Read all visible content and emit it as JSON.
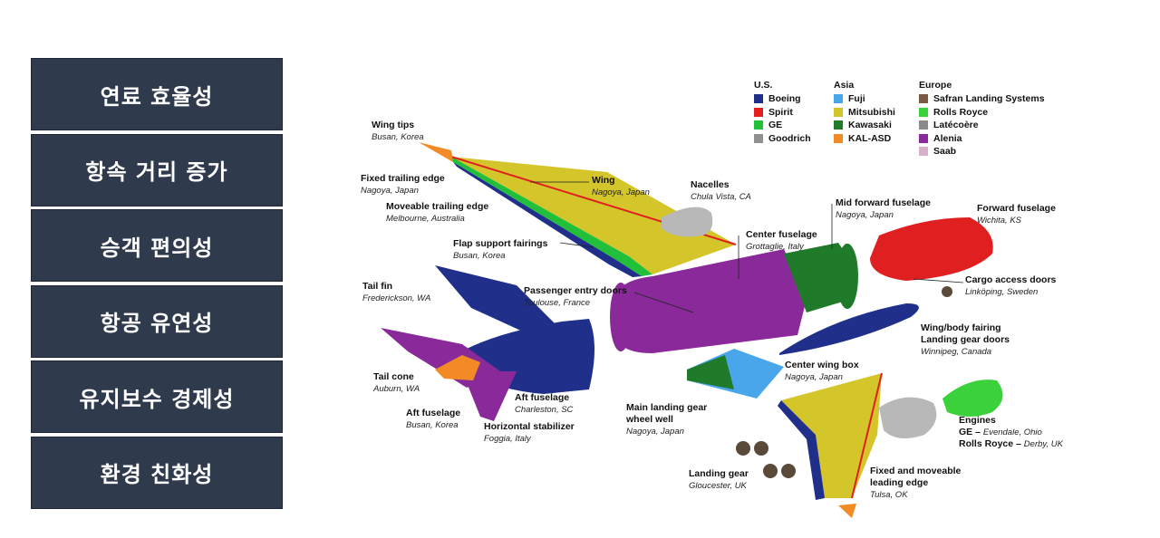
{
  "menu": [
    {
      "label": "연료 효율성"
    },
    {
      "label": "항속 거리 증가"
    },
    {
      "label": "승객 편의성"
    },
    {
      "label": "항공 유연성"
    },
    {
      "label": "유지보수 경제성"
    },
    {
      "label": "환경 친화성"
    }
  ],
  "legend": {
    "us": {
      "title": "U.S.",
      "items": [
        {
          "name": "Boeing",
          "color": "#1f2f8a"
        },
        {
          "name": "Spirit",
          "color": "#e02020"
        },
        {
          "name": "GE",
          "color": "#22c03a"
        },
        {
          "name": "Goodrich",
          "color": "#909090"
        }
      ]
    },
    "asia": {
      "title": "Asia",
      "items": [
        {
          "name": "Fuji",
          "color": "#49a6ea"
        },
        {
          "name": "Mitsubishi",
          "color": "#d3c52a"
        },
        {
          "name": "Kawasaki",
          "color": "#1f7a2a"
        },
        {
          "name": "KAL-ASD",
          "color": "#f28a25"
        }
      ]
    },
    "europe": {
      "title": "Europe",
      "items": [
        {
          "name": "Safran Landing Systems",
          "color": "#7a5a44"
        },
        {
          "name": "Rolls Royce",
          "color": "#3ad13a"
        },
        {
          "name": "Latécoère",
          "color": "#8a8a8a"
        },
        {
          "name": "Alenia",
          "color": "#8a2a9a"
        },
        {
          "name": "Saab",
          "color": "#d8b0c8"
        }
      ]
    }
  },
  "labels": {
    "wing_tips": {
      "name": "Wing tips",
      "loc": "Busan, Korea"
    },
    "fixed_trailing": {
      "name": "Fixed trailing edge",
      "loc": "Nagoya, Japan"
    },
    "moveable_trailing": {
      "name": "Moveable trailing edge",
      "loc": "Melbourne, Australia"
    },
    "wing": {
      "name": "Wing",
      "loc": "Nagoya, Japan"
    },
    "nacelles": {
      "name": "Nacelles",
      "loc": "Chula Vista, CA"
    },
    "flap_support": {
      "name": "Flap support fairings",
      "loc": "Busan, Korea"
    },
    "center_fuselage": {
      "name": "Center fuselage",
      "loc": "Grottaglie, Italy"
    },
    "mid_forward": {
      "name": "Mid forward fuselage",
      "loc": "Nagoya, Japan"
    },
    "forward_fuselage": {
      "name": "Forward fuselage",
      "loc": "Wichita, KS"
    },
    "tail_fin": {
      "name": "Tail fin",
      "loc": "Frederickson, WA"
    },
    "passenger_doors": {
      "name": "Passenger entry doors",
      "loc": "Toulouse, France"
    },
    "cargo_doors": {
      "name": "Cargo access doors",
      "loc": "Linköping, Sweden"
    },
    "wing_body": {
      "name": "Wing/body fairing",
      "name2": "Landing gear doors",
      "loc": "Winnipeg, Canada"
    },
    "tail_cone": {
      "name": "Tail cone",
      "loc": "Auburn, WA"
    },
    "center_wing_box": {
      "name": "Center wing box",
      "loc": "Nagoya, Japan"
    },
    "aft_fuselage": {
      "name": "Aft fuselage",
      "loc": "Charleston, SC"
    },
    "aft_fuselage2": {
      "name": "Aft fuselage",
      "loc": "Busan, Korea"
    },
    "horizontal_stab": {
      "name": "Horizontal stabilizer",
      "loc": "Foggia, Italy"
    },
    "main_gear_well": {
      "name": "Main landing gear",
      "name2": "wheel well",
      "loc": "Nagoya, Japan"
    },
    "engines": {
      "name": "Engines",
      "line1": "GE –",
      "loc1": "Evendale, Ohio",
      "line2": "Rolls Royce –",
      "loc2": "Derby, UK"
    },
    "landing_gear": {
      "name": "Landing gear",
      "loc": "Gloucester, UK"
    },
    "leading_edge": {
      "name": "Fixed and moveable",
      "name2": "leading edge",
      "loc": "Tulsa, OK"
    }
  }
}
